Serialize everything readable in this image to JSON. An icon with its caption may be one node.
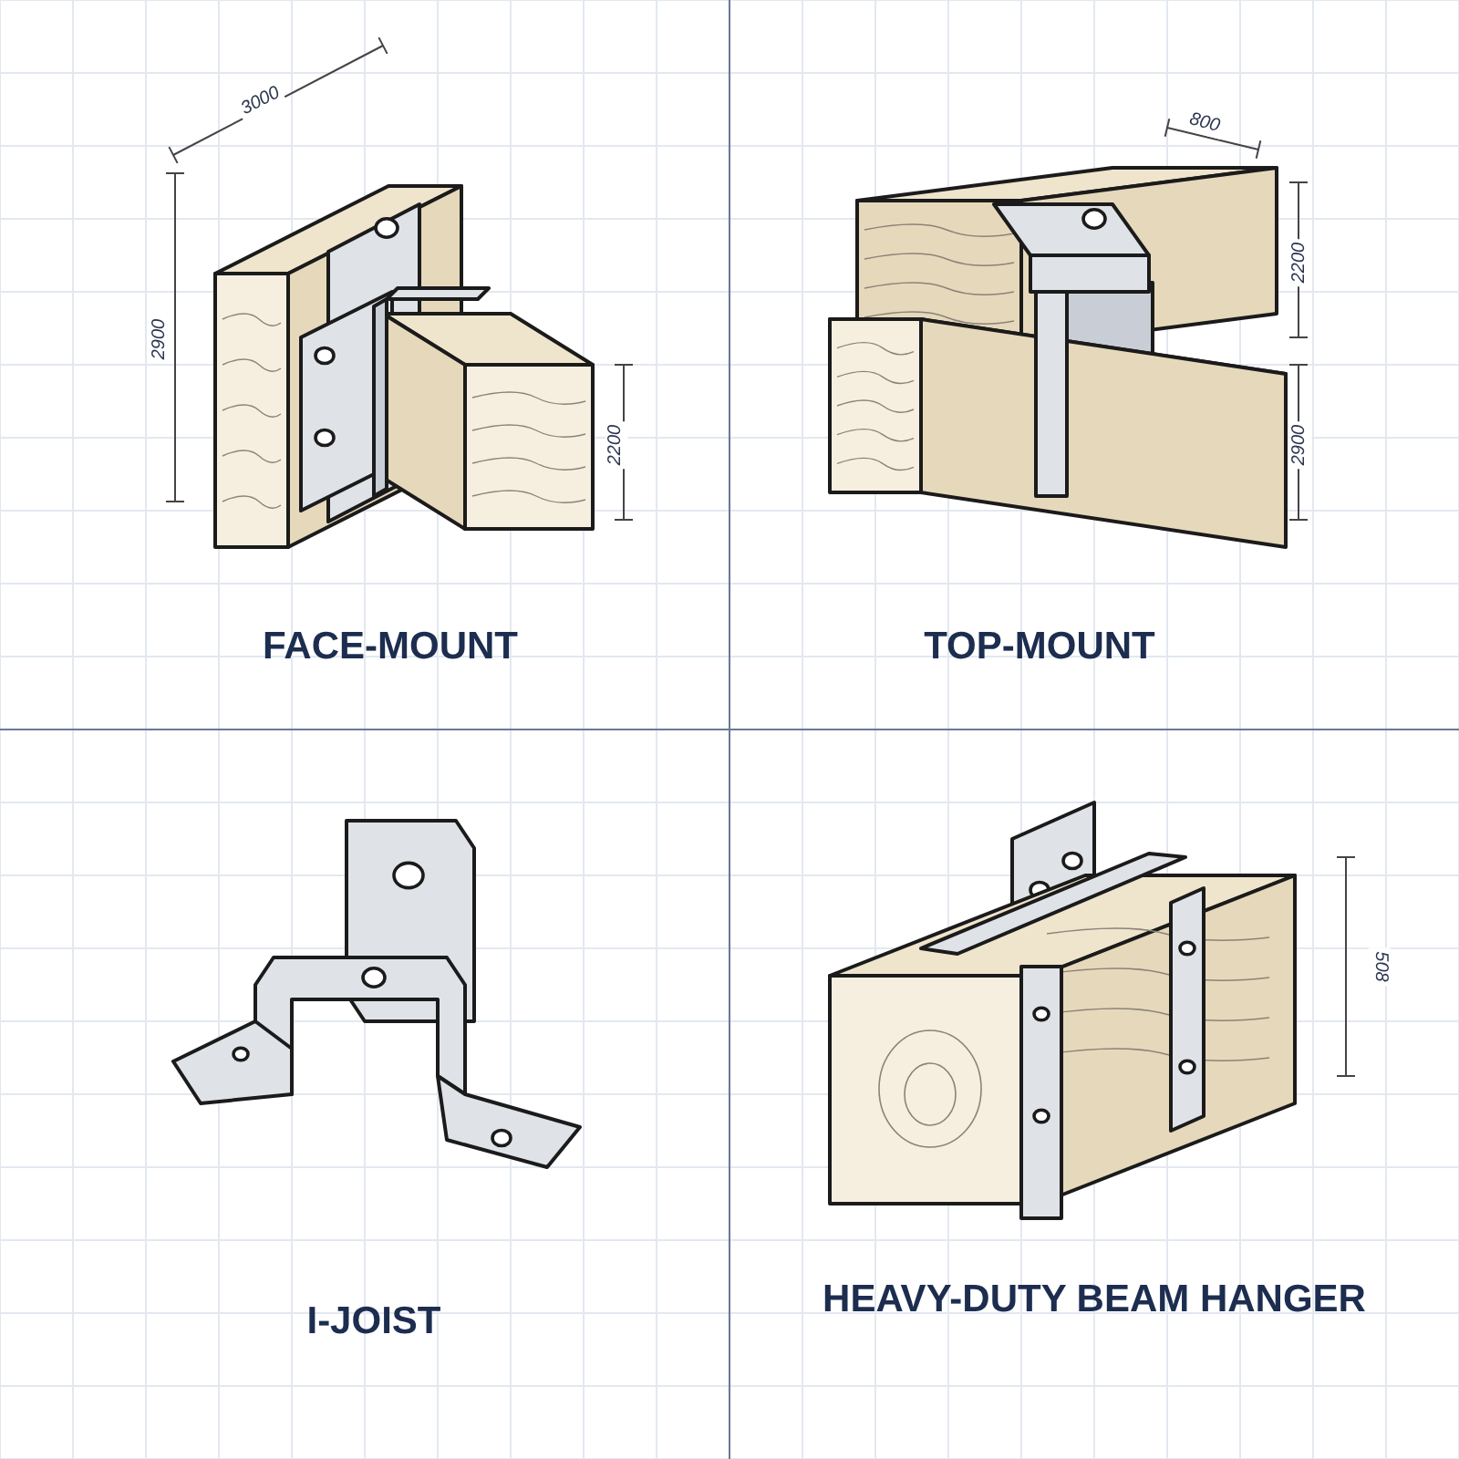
{
  "diagram": {
    "labels": [
      "3000",
      "2900",
      "2200",
      "FACE-MOUNT",
      "800",
      "2200",
      "2900",
      "TOP-MOUNT",
      "I-JOIST",
      "508",
      "HEAVY-DUTY BEAM HANGER"
    ]
  }
}
